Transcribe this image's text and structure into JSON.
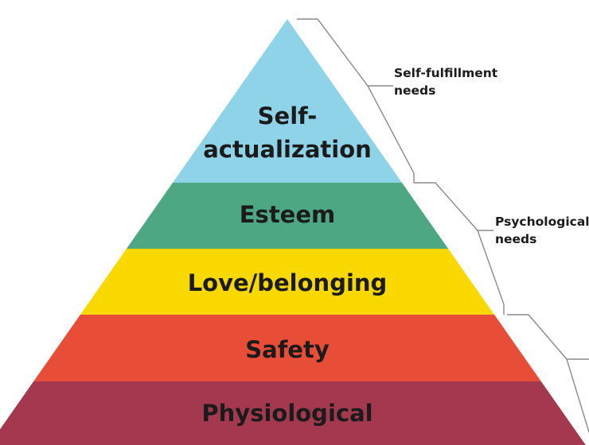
{
  "pyramid": {
    "tiers": [
      {
        "label_lines": [
          "Self-",
          "actualization"
        ],
        "color": "#8fd3e8"
      },
      {
        "label_lines": [
          "Esteem"
        ],
        "color": "#4ca782"
      },
      {
        "label_lines": [
          "Love/belonging"
        ],
        "color": "#f9d800"
      },
      {
        "label_lines": [
          "Safety"
        ],
        "color": "#e84d37"
      },
      {
        "label_lines": [
          "Physiological"
        ],
        "color": "#a3384e"
      }
    ]
  },
  "groups": [
    {
      "label_lines": [
        "Self-fulfillment",
        "needs"
      ]
    },
    {
      "label_lines": [
        "Psychological",
        "needs"
      ]
    },
    {
      "label_lines": []
    }
  ]
}
